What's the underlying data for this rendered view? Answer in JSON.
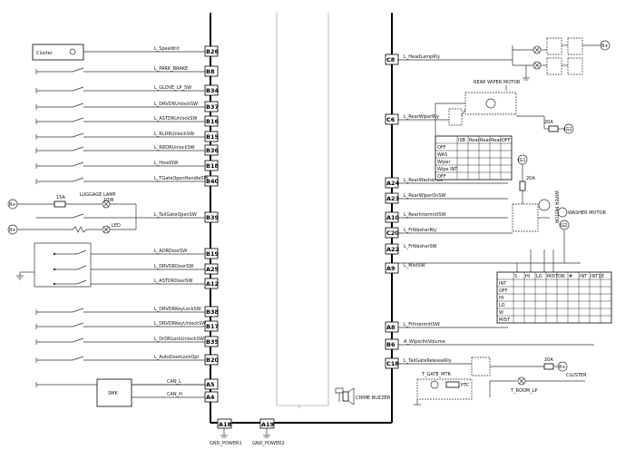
{
  "left_pins": [
    {
      "pin": "B26",
      "signal": "L_SpeedInt"
    },
    {
      "pin": "B8",
      "signal": "L_PARK_BRAKE"
    },
    {
      "pin": "B34",
      "signal": "L_GLOVE_LP_SW"
    },
    {
      "pin": "B37",
      "signal": "L_DRVDRUnlockSW"
    },
    {
      "pin": "B16",
      "signal": "L_ASTDRUnlockSW"
    },
    {
      "pin": "B15",
      "signal": "L_RLDRUnlockSW"
    },
    {
      "pin": "B36",
      "signal": "L_RRDRUnlockSW"
    },
    {
      "pin": "B18",
      "signal": "L_HoodSW"
    },
    {
      "pin": "B40",
      "signal": "L_TGateOpenHandleSW"
    },
    {
      "pin": "B39",
      "signal": "L_TailGateOpenSW"
    },
    {
      "pin": "B19",
      "signal": "L_ADRDoorSW"
    },
    {
      "pin": "A25",
      "signal": "L_DRVDRDoorSW"
    },
    {
      "pin": "A12",
      "signal": "L_ASTDRDoorSW"
    },
    {
      "pin": "B38",
      "signal": "L_DRVDRKeyLockSW"
    },
    {
      "pin": "B17",
      "signal": "L_DRVDRKeyUnlockSW"
    },
    {
      "pin": "B35",
      "signal": "L_DrDRLockUnlockSW"
    },
    {
      "pin": "B20",
      "signal": "L_AutoDoorLockOpt"
    },
    {
      "pin": "A5",
      "signal": "CAN_L"
    },
    {
      "pin": "A4",
      "signal": "CAN_H"
    }
  ],
  "right_pins": [
    {
      "pin": "C8",
      "signal": "L_HeadLampRly"
    },
    {
      "pin": "C6",
      "signal": "L_RearWiperRly"
    },
    {
      "pin": "A24",
      "signal": "L_RearWasherSW"
    },
    {
      "pin": "A23",
      "signal": "L_RearWiperOnSW"
    },
    {
      "pin": "A10",
      "signal": "L_RearIntermittSW"
    },
    {
      "pin": "C20",
      "signal": "L_FrWasherRly"
    },
    {
      "pin": "A22",
      "signal": "L_FrWasherSW"
    },
    {
      "pin": "A9",
      "signal": "L_MistSW"
    },
    {
      "pin": "A8",
      "signal": "L_FrIntermittSW"
    },
    {
      "pin": "B6",
      "signal": "A_WiperIntVolume"
    },
    {
      "pin": "C18",
      "signal": "L_TailGateReleaseRly"
    }
  ],
  "bottom_pins": [
    {
      "pin": "A18",
      "ground": "GND_POWER1"
    },
    {
      "pin": "A19",
      "ground": "GND_POWER2"
    }
  ],
  "components": {
    "cluster_left": "Cluster",
    "smk": "SMK",
    "luggage_lamp": "LUGGAGE LAMP",
    "luggage_watt": "10W",
    "led": "LED",
    "fuse_15a": "15A",
    "battery": "B+",
    "chime": "CHIME BUZZER",
    "rear_wiper_motor": "REAR WIPER MOTOR",
    "fuse_20a_1": "20A",
    "fuse_20a_2": "20A",
    "fuse_20a_3": "20A",
    "ig2_1": "IG2",
    "ig2_2": "IG2",
    "ig1": "IG1",
    "wiper_motor": "WIPER MOTOR",
    "washer_motor": "WASHER MOTOR",
    "t_gate_mtr": "T_GATE_MTR",
    "ptc": "PTC",
    "t_room_lp": "T_ROOM_LP",
    "cluster_right": "CLUSTER"
  },
  "rear_switch_table": {
    "headers": [
      "",
      "ISB",
      "Rear",
      "Rear",
      "Rear",
      "OFF"
    ],
    "rows": [
      "OFF",
      "WAS",
      "Wiper",
      "Wipe INT",
      "OFF"
    ]
  },
  "front_switch_table": {
    "headers": [
      "",
      "S",
      "HI",
      "LO",
      "MIST",
      "ON",
      "#",
      "INT",
      "INT1",
      "E"
    ],
    "rows": [
      "INT",
      "OFF",
      "HI",
      "LO",
      "W",
      "MIST"
    ]
  }
}
